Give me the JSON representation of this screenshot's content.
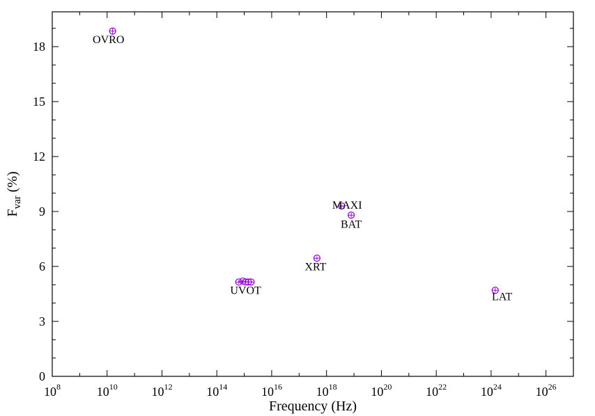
{
  "chart_data": {
    "type": "scatter",
    "title": "",
    "xlabel": "Frequency (Hz)",
    "ylabel": {
      "base": "F",
      "sub": "var",
      "suffix": " (%)"
    },
    "x_scale": "log10",
    "xlim_exponent": [
      8,
      27
    ],
    "ylim": [
      0,
      19.9
    ],
    "x_tick_exponents": [
      8,
      10,
      12,
      14,
      16,
      18,
      20,
      22,
      24,
      26
    ],
    "x_tick_base": "10",
    "y_ticks": [
      0,
      3,
      6,
      9,
      12,
      15,
      18
    ],
    "y_tick_labels": [
      "0",
      "3",
      "6",
      "9",
      "12",
      "15",
      "18"
    ],
    "grid": false,
    "marker_color": "#9400d3",
    "points": [
      {
        "log_x": 10.2,
        "y": 18.85,
        "yerr": 0.15
      },
      {
        "log_x": 14.8,
        "y": 5.15,
        "yerr": 0.1
      },
      {
        "log_x": 14.95,
        "y": 5.2,
        "yerr": 0.1
      },
      {
        "log_x": 15.05,
        "y": 5.15,
        "yerr": 0.1
      },
      {
        "log_x": 15.15,
        "y": 5.15,
        "yerr": 0.1
      },
      {
        "log_x": 15.25,
        "y": 5.15,
        "yerr": 0.1
      },
      {
        "log_x": 17.65,
        "y": 6.45,
        "yerr": 0.1
      },
      {
        "log_x": 18.55,
        "y": 9.3,
        "yerr": 0.1
      },
      {
        "log_x": 18.9,
        "y": 8.8,
        "yerr": 0.12
      },
      {
        "log_x": 24.15,
        "y": 4.7,
        "yerr": 0.12
      }
    ],
    "annotations": [
      {
        "text": "OVRO",
        "log_x": 10.05,
        "y": 18.2
      },
      {
        "text": "UVOT",
        "log_x": 15.05,
        "y": 4.5
      },
      {
        "text": "XRT",
        "log_x": 17.6,
        "y": 5.8
      },
      {
        "text": "MAXI",
        "log_x": 18.75,
        "y": 9.15
      },
      {
        "text": "BAT",
        "log_x": 18.9,
        "y": 8.1
      },
      {
        "text": "LAT",
        "log_x": 24.4,
        "y": 4.15
      }
    ]
  }
}
